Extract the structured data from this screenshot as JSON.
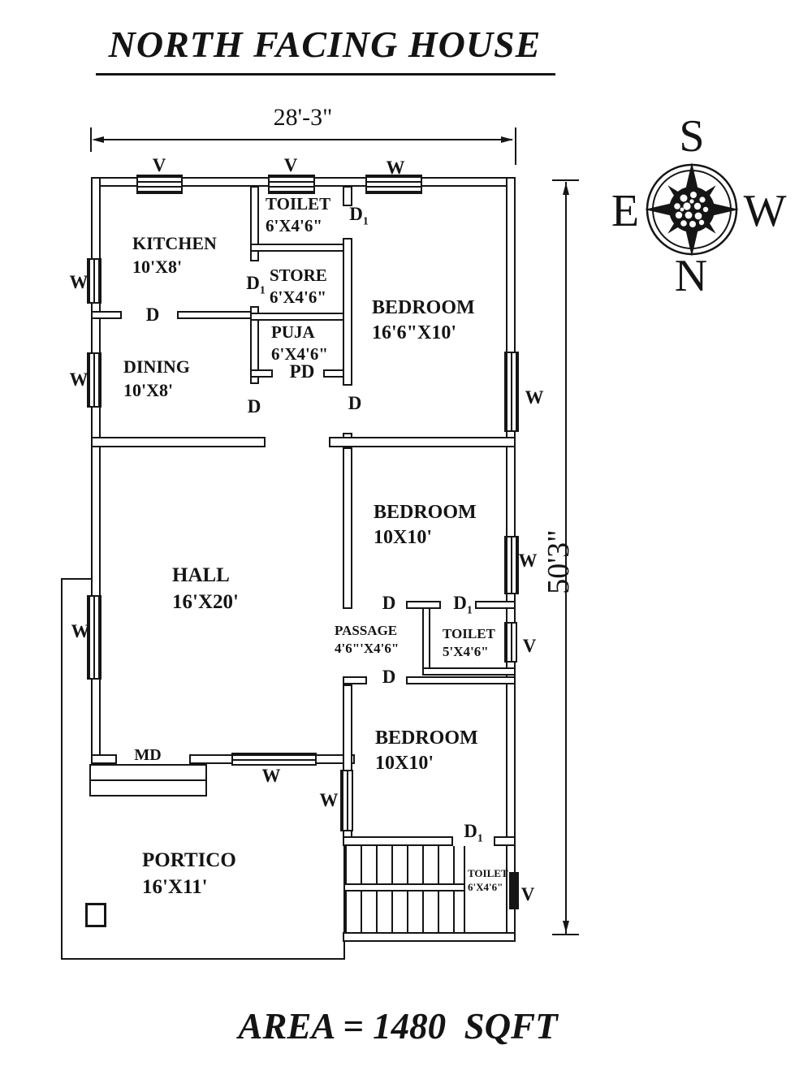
{
  "title": "NORTH FACING HOUSE",
  "area_label": "AREA = 1480  SQFT",
  "dimensions": {
    "top": "28'-3\"",
    "right": "50'3\""
  },
  "compass": {
    "top": "S",
    "bottom": "N",
    "left": "E",
    "right": "W"
  },
  "rooms": {
    "kitchen": {
      "name": "KITCHEN",
      "size": "10'X8'"
    },
    "toilet1": {
      "name": "TOILET",
      "size": "6'X4'6\""
    },
    "store": {
      "name": "STORE",
      "size": "6'X4'6\""
    },
    "puja": {
      "name": "PUJA",
      "size": "6'X4'6\""
    },
    "dining": {
      "name": "DINING",
      "size": "10'X8'"
    },
    "bedroom1": {
      "name": "BEDROOM",
      "size": "16'6\"X10'"
    },
    "hall": {
      "name": "HALL",
      "size": "16'X20'"
    },
    "bedroom2": {
      "name": "BEDROOM",
      "size": "10X10'"
    },
    "passage": {
      "name": "PASSAGE",
      "size": "4'6\"'X4'6\""
    },
    "toilet2": {
      "name": "TOILET",
      "size": "5'X4'6\""
    },
    "bedroom3": {
      "name": "BEDROOM",
      "size": "10X10'"
    },
    "portico": {
      "name": "PORTICO",
      "size": "16'X11'"
    },
    "toilet3": {
      "name": "TOILET",
      "size": "6'X4'6\""
    }
  },
  "doors": {
    "d": "D",
    "d1": {
      "main": "D",
      "sub": "1"
    },
    "pd": "PD",
    "md": "MD"
  },
  "openings": {
    "window": "W",
    "vent": "V"
  }
}
